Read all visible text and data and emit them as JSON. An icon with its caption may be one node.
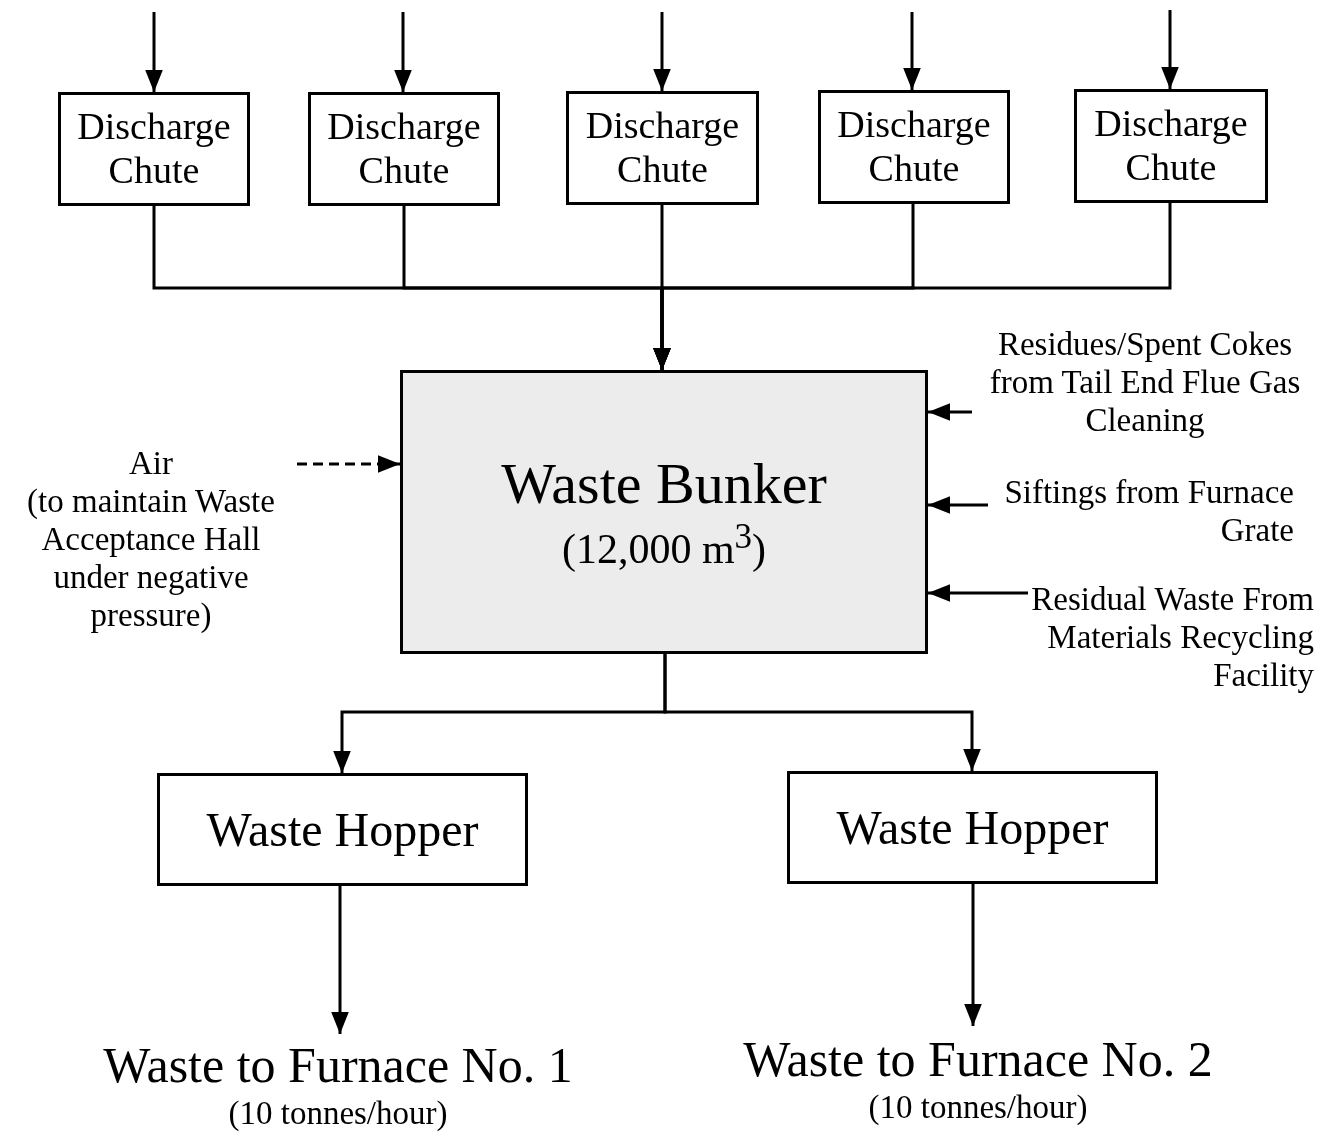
{
  "diagram": {
    "nodes": [
      {
        "text": [
          "Discharge Chute"
        ]
      },
      {
        "text": [
          "Discharge Chute"
        ]
      },
      {
        "text": [
          "Discharge Chute"
        ]
      },
      {
        "text": [
          "Discharge Chute"
        ]
      },
      {
        "text": [
          "Discharge Chute"
        ]
      },
      {
        "text": [
          "Waste Bunker",
          "(12,000 m$^{3}$)"
        ]
      },
      {
        "text": [
          "Air",
          "(to maintain Waste Acceptance Hall under negative pressure)"
        ]
      },
      {
        "text": [
          "Residues/Spent Cokes from Tail End Flue Gas Cleaning"
        ]
      },
      {
        "text": [
          "Siftings from Furnace Grate"
        ]
      },
      {
        "text": [
          "Residual Waste From Materials Recycling Facility"
        ]
      },
      {
        "text": [
          "Waste Hopper"
        ]
      },
      {
        "text": [
          "Waste Hopper"
        ]
      },
      {
        "text": [
          "Waste to Furnace No. 1",
          "(10 tonnes/hour)"
        ]
      },
      {
        "text": [
          "Waste to Furnace No. 2",
          "(10 tonnes/hour)"
        ]
      }
    ],
    "edges": [
      {
        "from": null,
        "to": 0,
        "arrow": "to"
      },
      {
        "from": null,
        "to": 1,
        "arrow": "to"
      },
      {
        "from": null,
        "to": 2,
        "arrow": "to"
      },
      {
        "from": null,
        "to": 3,
        "arrow": "to"
      },
      {
        "from": null,
        "to": 4,
        "arrow": "to"
      },
      {
        "from": 0,
        "to": 5,
        "arrow": "to"
      },
      {
        "from": 1,
        "to": 5,
        "arrow": "to"
      },
      {
        "from": 2,
        "to": 5,
        "arrow": "to"
      },
      {
        "from": 3,
        "to": 5,
        "arrow": "to"
      },
      {
        "from": 4,
        "to": 5,
        "arrow": "to"
      },
      {
        "from": 6,
        "to": 5,
        "arrow": "to",
        "style": "dashed"
      },
      {
        "from": 7,
        "to": 5,
        "arrow": "to"
      },
      {
        "from": 8,
        "to": 5,
        "arrow": "to"
      },
      {
        "from": 9,
        "to": 5,
        "arrow": "to"
      },
      {
        "from": 5,
        "to": 10,
        "arrow": "to"
      },
      {
        "from": 5,
        "to": 11,
        "arrow": "to"
      },
      {
        "from": 10,
        "to": 12,
        "arrow": "to"
      },
      {
        "from": 11,
        "to": 13,
        "arrow": "to"
      }
    ]
  }
}
